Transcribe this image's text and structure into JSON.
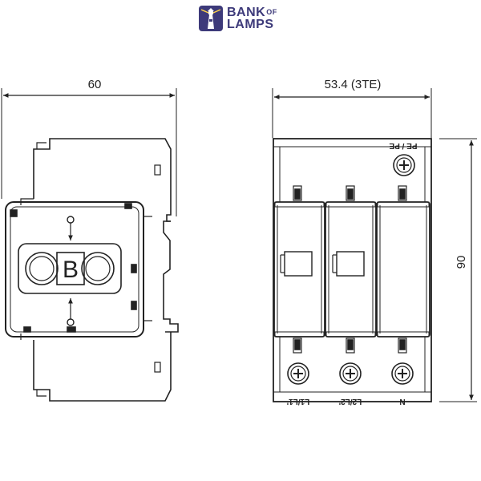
{
  "brand": {
    "line1": "BANK",
    "of": "OF",
    "line2": "LAMPS",
    "color": "#3d3a7a",
    "icon": "lighthouse-icon"
  },
  "side_view": {
    "width_dim": "60",
    "logo": [
      "O",
      "B",
      "O"
    ]
  },
  "front_view": {
    "width_dim": "53.4 (3TE)",
    "height_dim": "90",
    "top_label": "PE / PE",
    "bottom_labels": [
      "L1/L1'",
      "L2/L2'",
      "N"
    ]
  },
  "colors": {
    "line": "#222222",
    "module_fill": "#e6e6e6"
  }
}
